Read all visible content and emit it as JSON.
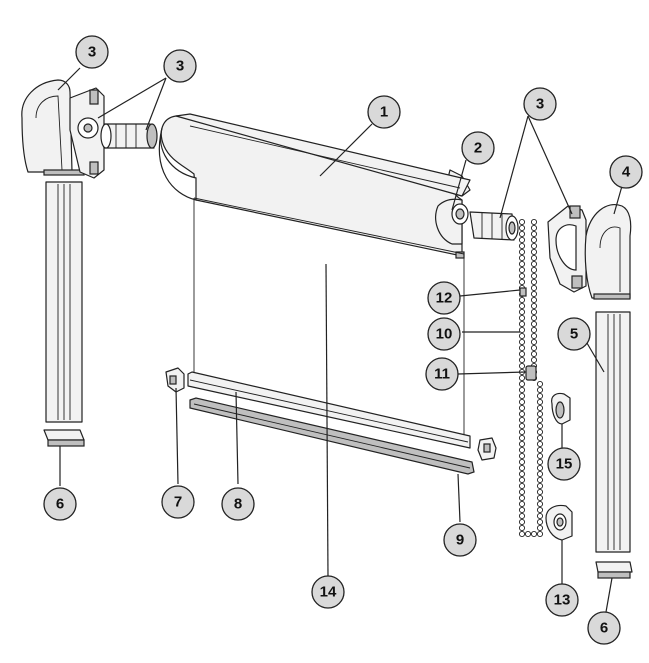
{
  "callouts": [
    {
      "id": "c3a",
      "label": "3"
    },
    {
      "id": "c3b",
      "label": "3"
    },
    {
      "id": "c1",
      "label": "1"
    },
    {
      "id": "c2",
      "label": "2"
    },
    {
      "id": "c3c",
      "label": "3"
    },
    {
      "id": "c4",
      "label": "4"
    },
    {
      "id": "c12",
      "label": "12"
    },
    {
      "id": "c10",
      "label": "10"
    },
    {
      "id": "c5",
      "label": "5"
    },
    {
      "id": "c11",
      "label": "11"
    },
    {
      "id": "c15",
      "label": "15"
    },
    {
      "id": "c6a",
      "label": "6"
    },
    {
      "id": "c7",
      "label": "7"
    },
    {
      "id": "c8",
      "label": "8"
    },
    {
      "id": "c9",
      "label": "9"
    },
    {
      "id": "c14",
      "label": "14"
    },
    {
      "id": "c13",
      "label": "13"
    },
    {
      "id": "c6b",
      "label": "6"
    }
  ]
}
